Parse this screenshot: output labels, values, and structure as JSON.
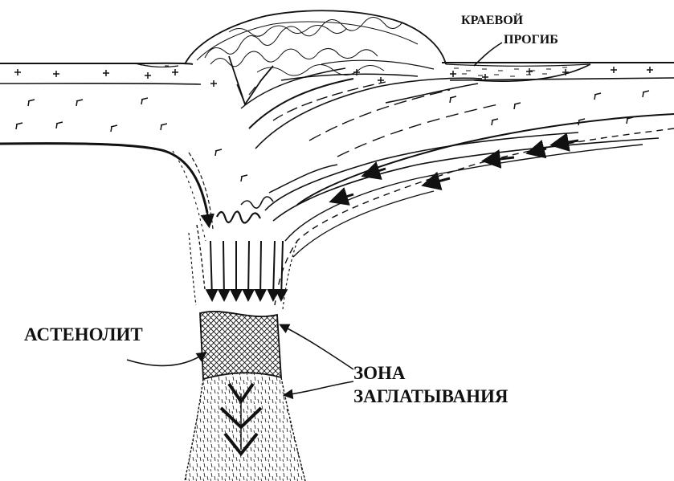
{
  "labels": {
    "marginal_basin_line1": "КРАЕВОЙ",
    "marginal_basin_line2": "ПРОГИБ",
    "astenolith": "АСТЕНОЛИТ",
    "subduction_zone_line1": "ЗОНА",
    "subduction_zone_line2": "ЗАГЛАТЫВАНИЯ"
  },
  "colors": {
    "ink": "#111111",
    "paper": "#ffffff"
  }
}
